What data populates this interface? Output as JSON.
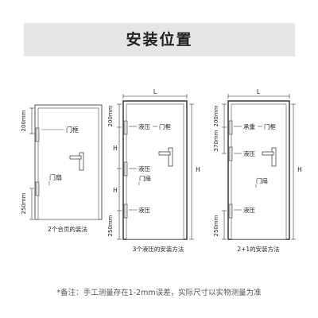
{
  "header": {
    "title": "安装位置"
  },
  "diagrams": [
    {
      "caption": "2个合页的装法",
      "labels": {
        "door_frame": "门框",
        "door_leaf": "门扇"
      },
      "dims": {
        "top": "200mm",
        "bottom": "250mm"
      }
    },
    {
      "caption": "3个液压的安装方法",
      "labels": {
        "door_frame": "门框",
        "door_leaf": "门扇",
        "hydraulic_top": "液压",
        "hydraulic_mid": "液压",
        "hydraulic_bottom": "液压"
      },
      "dims": {
        "width": "L",
        "height_outer": "H",
        "height_upper": "H",
        "height_lower": "H",
        "top": "200mm",
        "bottom": "250mm"
      }
    },
    {
      "caption": "2+1的安装方法",
      "labels": {
        "door_frame": "门框",
        "door_leaf": "门扇",
        "bearing": "承重",
        "hydraulic_mid": "液压",
        "hydraulic_bottom": "液压"
      },
      "dims": {
        "width": "L",
        "height_outer": "H",
        "top": "200mm",
        "second": "370mm",
        "bottom": "250mm"
      }
    }
  ],
  "footer": {
    "note": "*备注：手工测量存在1-2mm误差，实际尺寸以实物测量为准"
  }
}
